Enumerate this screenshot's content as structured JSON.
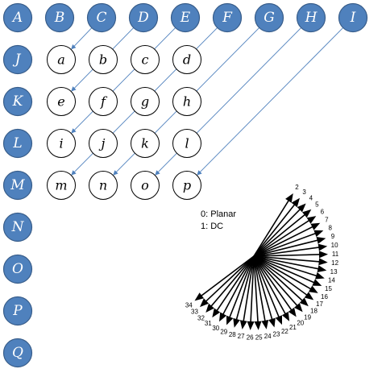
{
  "diagram": {
    "top_nodes": [
      "A",
      "B",
      "C",
      "D",
      "E",
      "F",
      "G",
      "H",
      "I"
    ],
    "side_nodes": [
      "J",
      "K",
      "L",
      "M",
      "N",
      "O",
      "P",
      "Q"
    ],
    "grid_nodes": [
      [
        "a",
        "b",
        "c",
        "d"
      ],
      [
        "e",
        "f",
        "g",
        "h"
      ],
      [
        "i",
        "j",
        "k",
        "l"
      ],
      [
        "m",
        "n",
        "o",
        "p"
      ]
    ],
    "connections": [
      {
        "from": "C",
        "to": "a"
      },
      {
        "from": "D",
        "to": "e"
      },
      {
        "from": "E",
        "to": "i"
      },
      {
        "from": "F",
        "to": "m"
      },
      {
        "from": "G",
        "to": "n"
      },
      {
        "from": "H",
        "to": "o"
      },
      {
        "from": "I",
        "to": "p"
      }
    ]
  },
  "fan": {
    "legend": [
      "0: Planar",
      "1: DC"
    ],
    "labels": [
      "2",
      "3",
      "4",
      "5",
      "6",
      "7",
      "8",
      "9",
      "10",
      "11",
      "12",
      "13",
      "14",
      "15",
      "16",
      "17",
      "18",
      "19",
      "20",
      "21",
      "22",
      "23",
      "24",
      "25",
      "26",
      "27",
      "28",
      "29",
      "30",
      "31",
      "32",
      "33",
      "34"
    ]
  },
  "colors": {
    "node_fill": "#4f81bd",
    "node_stroke": "#385d8a",
    "connector": "#4f81bd"
  }
}
